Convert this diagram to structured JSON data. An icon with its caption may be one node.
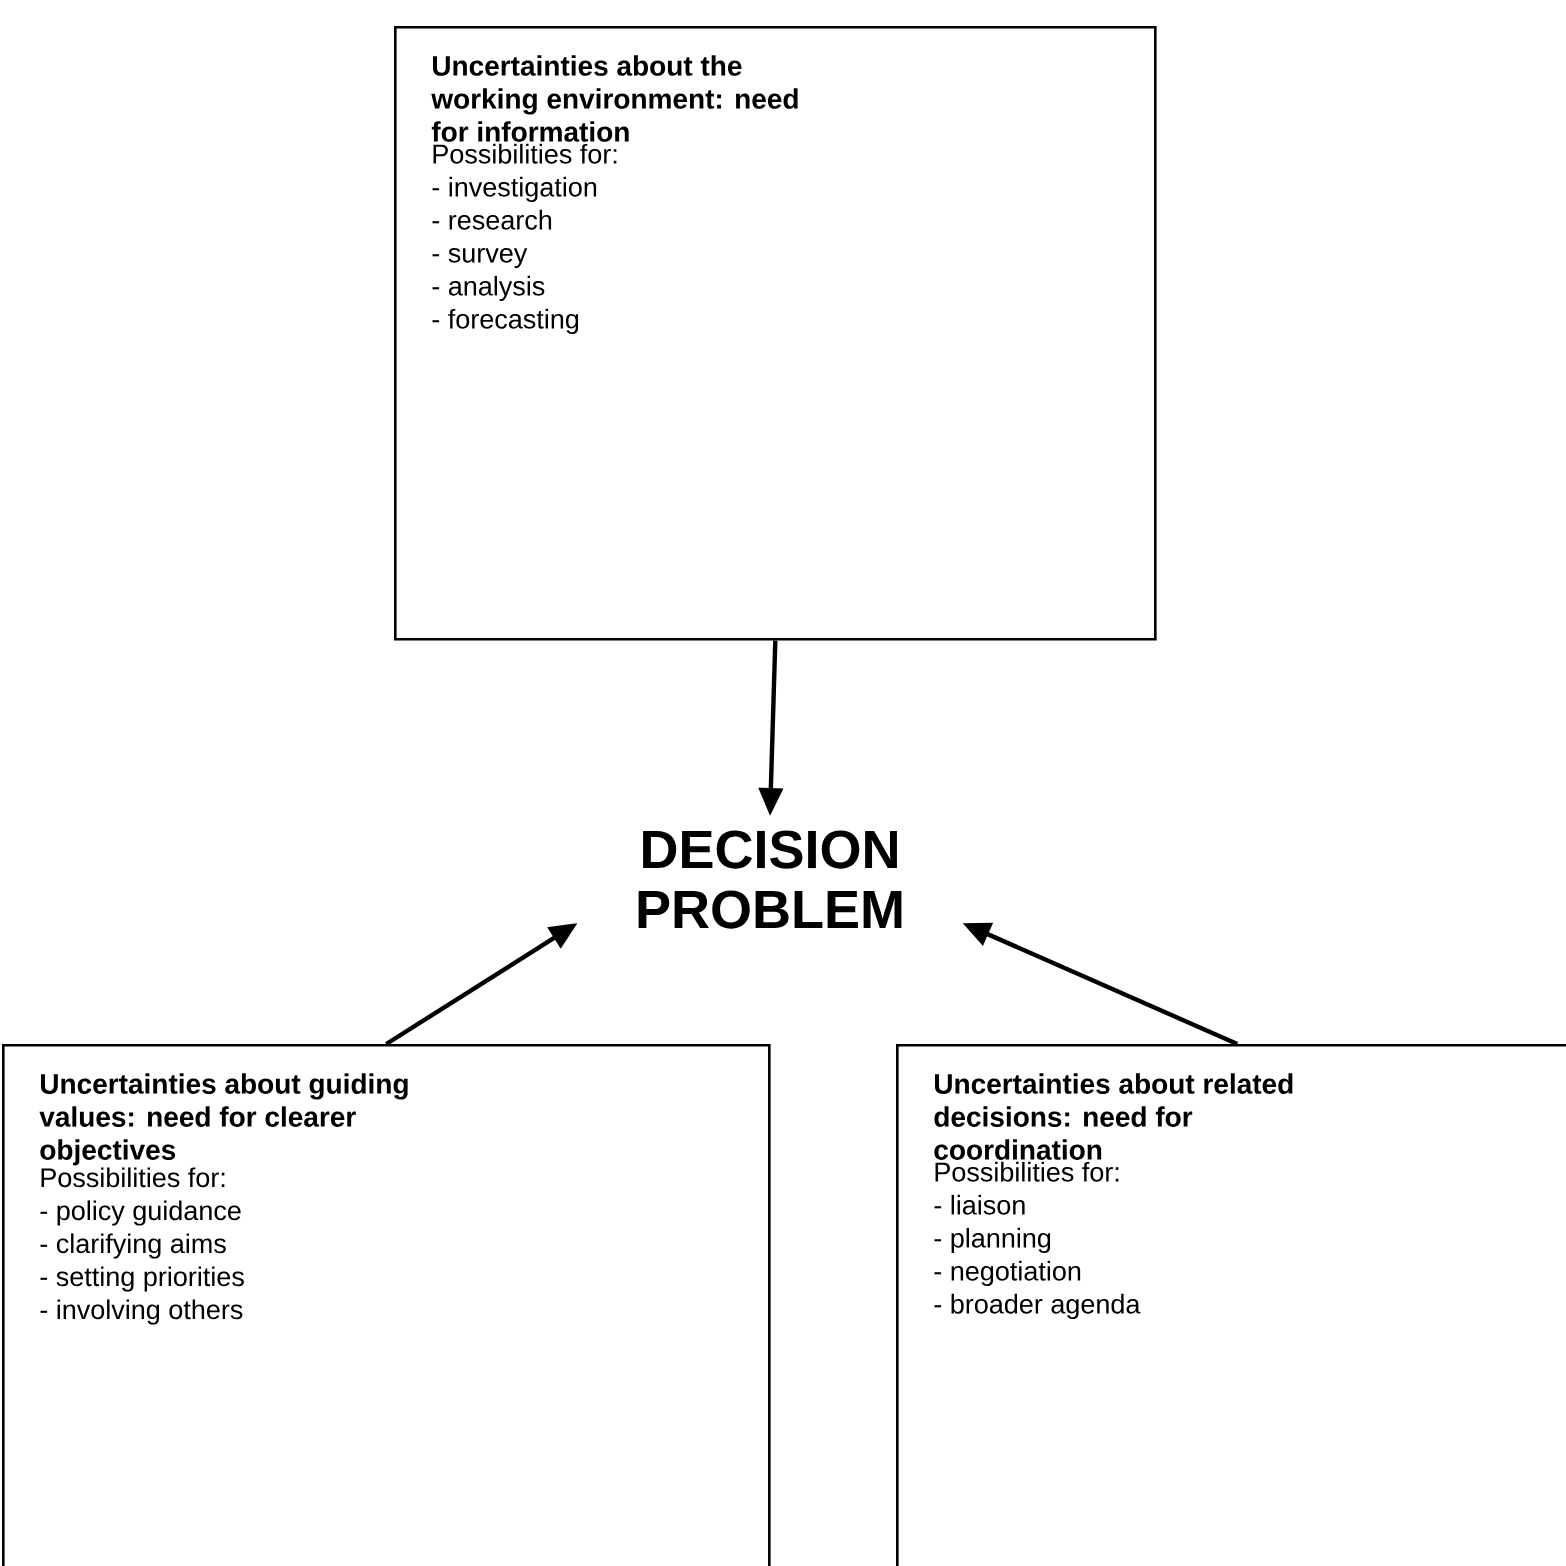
{
  "diagram": {
    "nodes": [
      {
        "text": [
          "Uncertainties about the working environment: need for information",
          "Possibilities for:",
          "- investigation",
          "- research",
          "- survey",
          "- analysis",
          "- forecasting"
        ]
      },
      {
        "text": [
          "DECISION PROBLEM"
        ]
      },
      {
        "text": [
          "Uncertainties about guiding values: need for clearer objectives",
          "Possibilities for:",
          "- policy guidance",
          "- clarifying aims",
          "- setting priorities",
          "- involving others"
        ]
      },
      {
        "text": [
          "Uncertainties about related decisions: need for coordination",
          "Possibilities for:",
          "- liaison",
          "- planning",
          "- negotiation",
          "- broader agenda"
        ]
      }
    ],
    "edges": [
      {
        "from": 0,
        "to": 1,
        "arrow": "to"
      },
      {
        "from": 2,
        "to": 1,
        "arrow": "to"
      },
      {
        "from": 3,
        "to": 1,
        "arrow": "to"
      }
    ]
  }
}
